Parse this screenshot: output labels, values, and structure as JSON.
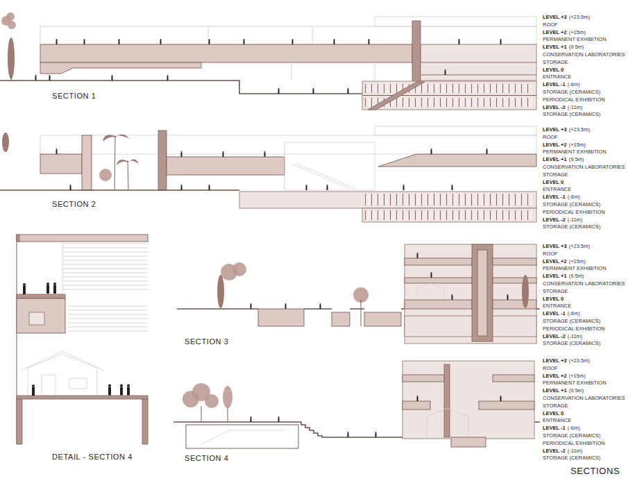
{
  "diagram": {
    "title": "SECTIONS",
    "labels": [
      "LEVEL +3",
      "(+23.5m)",
      "ROOF",
      "LEVEL +2",
      "(+15m)",
      "PERMANENT EXHIBITION",
      "LEVEL +1",
      "(9.5m)",
      "CONSERVATION LABORATORIES",
      "STORAGE",
      "LEVEL 0",
      "ENTRANCE",
      "LEVEL -1",
      "(-6m)",
      "STORAGE (CERAMICS)",
      "PERIODICAL EXHIBITION",
      "LEVEL -2",
      "(-11m)",
      "STORAGE (CERAMICS)",
      "LEVEL +3",
      "(+23.5m)",
      "ROOF",
      "LEVEL +2",
      "(+15m)",
      "PERMANENT EXHIBITION",
      "LEVEL +1",
      "(9.5m)",
      "CONSERVATION LABORATORIES",
      "STORAGE",
      "LEVEL 0",
      "ENTRANCE",
      "LEVEL -1",
      "(-6m)",
      "STORAGE (CERAMICS)",
      "PERIODICAL EXHIBITION",
      "LEVEL -2",
      "(-11m)",
      "STORAGE (CERAMICS)",
      "LEVEL +3",
      "(+23.5m)",
      "ROOF",
      "LEVEL +2",
      "(+15m)",
      "PERMANENT EXHIBITION",
      "LEVEL +1",
      "(9.5m)",
      "CONSERVATION LABORATORIES",
      "STORAGE",
      "LEVEL 0",
      "ENTRANCE",
      "LEVEL -1",
      "(-6m)",
      "STORAGE (CERAMICS)",
      "PERIODICAL EXHIBITION",
      "LEVEL -2",
      "(-11m)",
      "STORAGE (CERAMICS)",
      "LEVEL +3",
      "(+23.5m)",
      "ROOF",
      "LEVEL +2",
      "(+15m)",
      "PERMANENT EXHIBITION",
      "LEVEL +1",
      "(9.5m)",
      "CONSERVATION LABORATORIES",
      "STORAGE",
      "LEVEL 0",
      "ENTRANCE",
      "LEVEL -1",
      "(-6m)",
      "STORAGE (CERAMICS)",
      "PERIODICAL EXHIBITION",
      "LEVEL -2",
      "(-11m)",
      "STORAGE (CERAMICS)",
      "SECTION 1",
      "SECTION 2",
      "SECTION 3",
      "SECTION 4",
      "DETAIL - SECTION 4"
    ]
  }
}
